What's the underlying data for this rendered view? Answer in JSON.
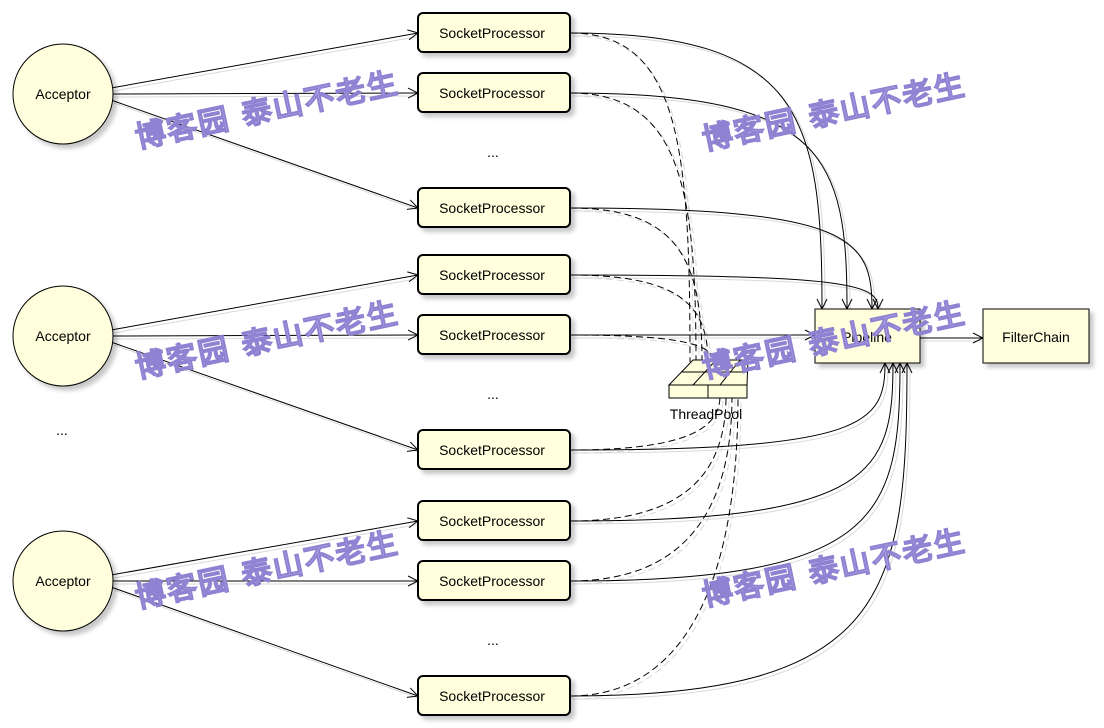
{
  "acceptors": [
    {
      "label": "Acceptor"
    },
    {
      "label": "Acceptor"
    },
    {
      "label": "Acceptor"
    }
  ],
  "acceptor_ellipsis": "...",
  "socket_processors": [
    {
      "label": "SocketProcessor"
    },
    {
      "label": "SocketProcessor"
    },
    {
      "label": "SocketProcessor"
    },
    {
      "label": "SocketProcessor"
    },
    {
      "label": "SocketProcessor"
    },
    {
      "label": "SocketProcessor"
    },
    {
      "label": "SocketProcessor"
    },
    {
      "label": "SocketProcessor"
    },
    {
      "label": "SocketProcessor"
    }
  ],
  "processor_ellipses": [
    "...",
    "...",
    "..."
  ],
  "threadpool": {
    "label": "ThreadPool"
  },
  "pipeline": {
    "label": "Pipeline"
  },
  "filterchain": {
    "label": "FilterChain"
  },
  "watermark": {
    "text": "博客园 泰山不老生"
  },
  "colors": {
    "node_fill": "#ffffdd",
    "line": "#000000",
    "watermark": "#8f82d2"
  }
}
